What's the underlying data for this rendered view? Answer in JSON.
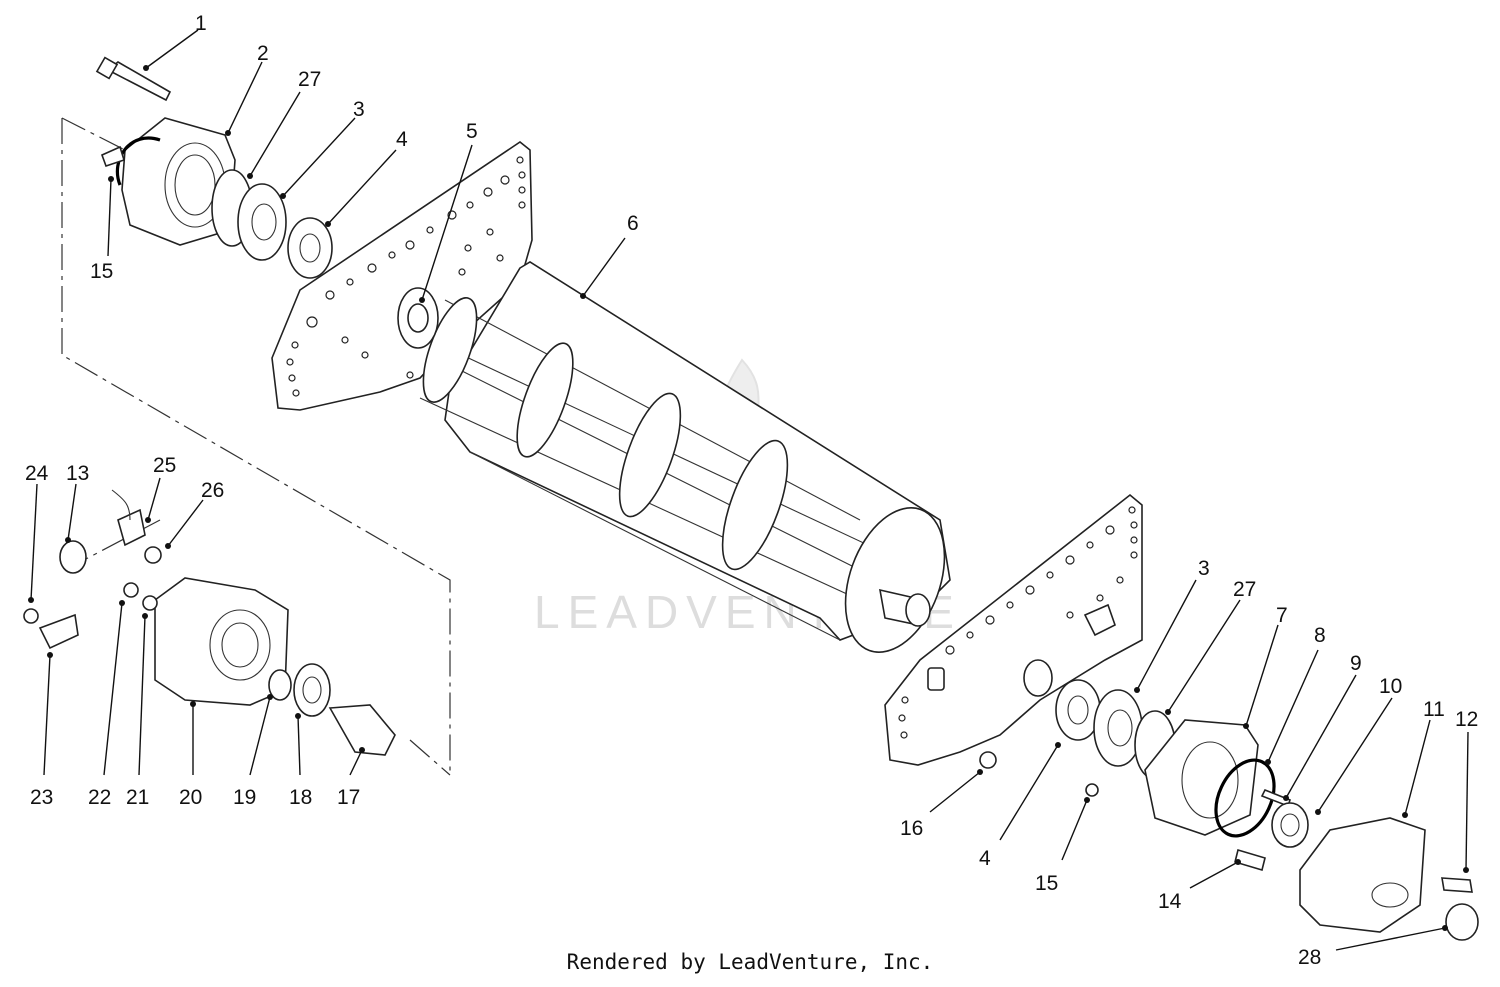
{
  "callouts": [
    {
      "id": "c1",
      "label": "1"
    },
    {
      "id": "c2",
      "label": "2"
    },
    {
      "id": "c27a",
      "label": "27"
    },
    {
      "id": "c3a",
      "label": "3"
    },
    {
      "id": "c4a",
      "label": "4"
    },
    {
      "id": "c5",
      "label": "5"
    },
    {
      "id": "c6",
      "label": "6"
    },
    {
      "id": "c15a",
      "label": "15"
    },
    {
      "id": "c24",
      "label": "24"
    },
    {
      "id": "c13",
      "label": "13"
    },
    {
      "id": "c25",
      "label": "25"
    },
    {
      "id": "c26",
      "label": "26"
    },
    {
      "id": "c23",
      "label": "23"
    },
    {
      "id": "c22",
      "label": "22"
    },
    {
      "id": "c21",
      "label": "21"
    },
    {
      "id": "c20",
      "label": "20"
    },
    {
      "id": "c19",
      "label": "19"
    },
    {
      "id": "c18",
      "label": "18"
    },
    {
      "id": "c17",
      "label": "17"
    },
    {
      "id": "c3b",
      "label": "3"
    },
    {
      "id": "c27b",
      "label": "27"
    },
    {
      "id": "c7",
      "label": "7"
    },
    {
      "id": "c8",
      "label": "8"
    },
    {
      "id": "c9",
      "label": "9"
    },
    {
      "id": "c10",
      "label": "10"
    },
    {
      "id": "c11",
      "label": "11"
    },
    {
      "id": "c12",
      "label": "12"
    },
    {
      "id": "c16",
      "label": "16"
    },
    {
      "id": "c4b",
      "label": "4"
    },
    {
      "id": "c15b",
      "label": "15"
    },
    {
      "id": "c14",
      "label": "14"
    },
    {
      "id": "c28",
      "label": "28"
    }
  ],
  "watermark": "LEADVENTURE",
  "footer": "Rendered by LeadVenture, Inc."
}
